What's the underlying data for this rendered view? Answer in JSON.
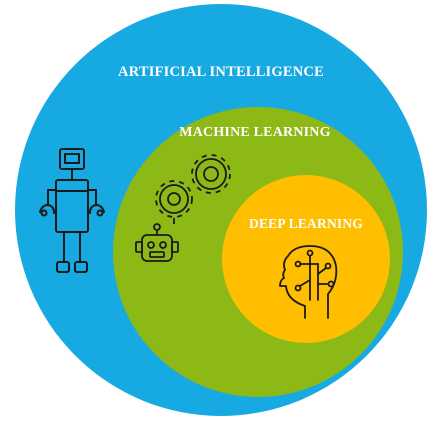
{
  "diagram": {
    "circles": [
      {
        "id": "ai",
        "label": "ARTIFICIAL INTELLIGENCE",
        "color": "#17A9E1"
      },
      {
        "id": "ml",
        "label": "MACHINE LEARNING",
        "color": "#8DB916"
      },
      {
        "id": "dl",
        "label": "DEEP LEARNING",
        "color": "#FFBF00"
      }
    ],
    "icons": {
      "ai": "robot-icon",
      "ml_gears": "gears-icon",
      "ml_bot": "robot-head-icon",
      "dl": "brain-head-icon"
    },
    "icon_stroke": "#1a1a1a"
  }
}
